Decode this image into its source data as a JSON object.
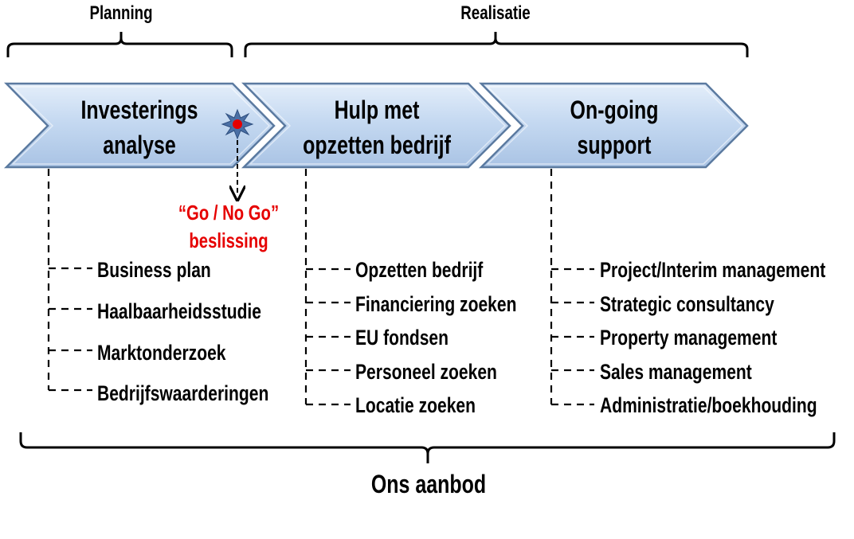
{
  "phases": {
    "planning": "Planning",
    "realisatie": "Realisatie"
  },
  "chevrons": [
    {
      "line1": "Investerings",
      "line2": "analyse"
    },
    {
      "line1": "Hulp met",
      "line2": "opzetten bedrijf"
    },
    {
      "line1": "On-going",
      "line2": "support"
    }
  ],
  "decision": {
    "line1": "“Go / No Go”",
    "line2": "beslissing"
  },
  "columns": [
    {
      "items": [
        "Business plan",
        "Haalbaarheidsstudie",
        "Marktonderzoek",
        "Bedrijfswaarderingen"
      ]
    },
    {
      "items": [
        "Opzetten bedrijf",
        "Financiering zoeken",
        "EU fondsen",
        "Personeel zoeken",
        "Locatie zoeken"
      ]
    },
    {
      "items": [
        "Project/Interim management",
        "Strategic consultancy",
        "Property management",
        "Sales management",
        "Administratie/boekhouding"
      ]
    }
  ],
  "footer": "Ons aanbod",
  "colors": {
    "chevron_fill": "#c5d9f1",
    "chevron_edge": "#5b7aa0",
    "accent_red": "#e60000",
    "star": "#4a6fa5"
  },
  "icons": {
    "decision_marker": "star-icon"
  }
}
